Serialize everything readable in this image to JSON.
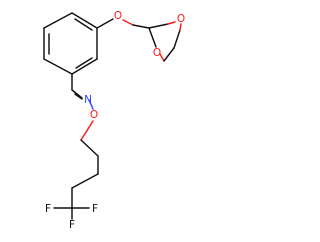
{
  "atoms": {
    "o_aryl_ether": "O",
    "o_dioxolane_upper": "O",
    "o_dioxolane_lower": "O",
    "n_imine": "N",
    "o_oxime": "O",
    "f_top": "F",
    "f_left": "F",
    "f_right": "F"
  },
  "colors": {
    "oxygen": "#ff1a1a",
    "nitrogen": "#2f43ff",
    "fluorine": "#111111",
    "bond": "#111111"
  }
}
